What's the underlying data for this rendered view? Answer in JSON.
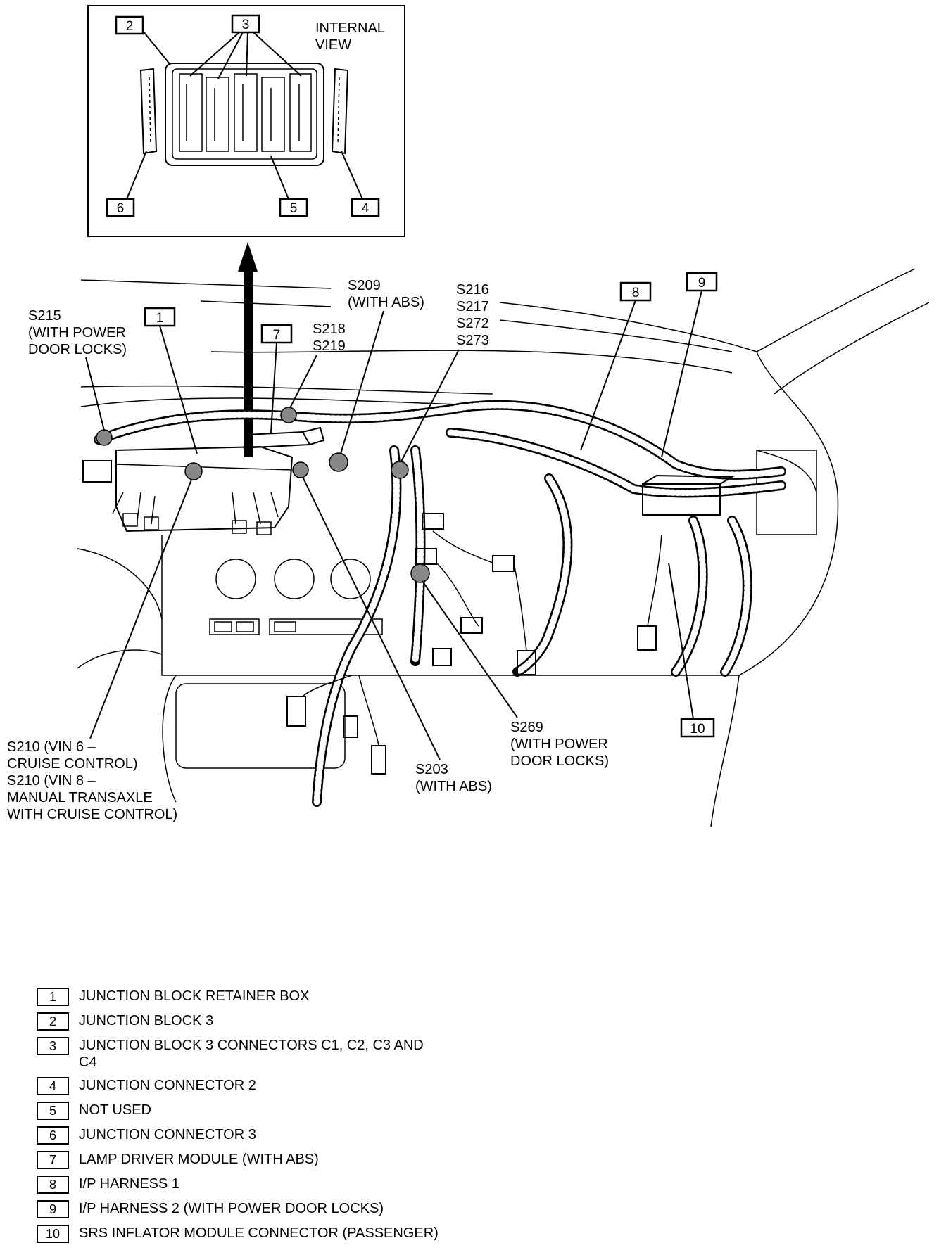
{
  "inset": {
    "title_line1": "INTERNAL",
    "title_line2": "VIEW",
    "callouts": [
      "2",
      "3",
      "6",
      "5",
      "4"
    ]
  },
  "labels": {
    "s215": [
      "S215",
      "(WITH POWER",
      "DOOR LOCKS)"
    ],
    "s209": [
      "S209",
      "(WITH ABS)"
    ],
    "s216": [
      "S216",
      "S217",
      "S272",
      "S273"
    ],
    "s218": [
      "S218",
      "S219"
    ],
    "s210": [
      "S210 (VIN 6 –",
      "CRUISE CONTROL)",
      "S210 (VIN 8 –",
      "MANUAL TRANSAXLE",
      "WITH CRUISE CONTROL)"
    ],
    "s203": [
      "S203",
      "(WITH ABS)"
    ],
    "s269": [
      "S269",
      "(WITH POWER",
      "DOOR LOCKS)"
    ]
  },
  "callouts": {
    "c1": "1",
    "c7": "7",
    "c8": "8",
    "c9": "9",
    "c10": "10"
  },
  "legend": [
    {
      "num": "1",
      "text": "JUNCTION BLOCK RETAINER BOX"
    },
    {
      "num": "2",
      "text": "JUNCTION BLOCK 3"
    },
    {
      "num": "3",
      "text": "JUNCTION BLOCK 3 CONNECTORS C1, C2, C3 AND C4"
    },
    {
      "num": "4",
      "text": "JUNCTION CONNECTOR 2"
    },
    {
      "num": "5",
      "text": "NOT USED"
    },
    {
      "num": "6",
      "text": "JUNCTION CONNECTOR 3"
    },
    {
      "num": "7",
      "text": "LAMP DRIVER MODULE (WITH ABS)"
    },
    {
      "num": "8",
      "text": "I/P HARNESS 1"
    },
    {
      "num": "9",
      "text": "I/P HARNESS 2 (WITH POWER DOOR LOCKS)"
    },
    {
      "num": "10",
      "text": "SRS INFLATOR MODULE CONNECTOR (PASSENGER)"
    }
  ]
}
